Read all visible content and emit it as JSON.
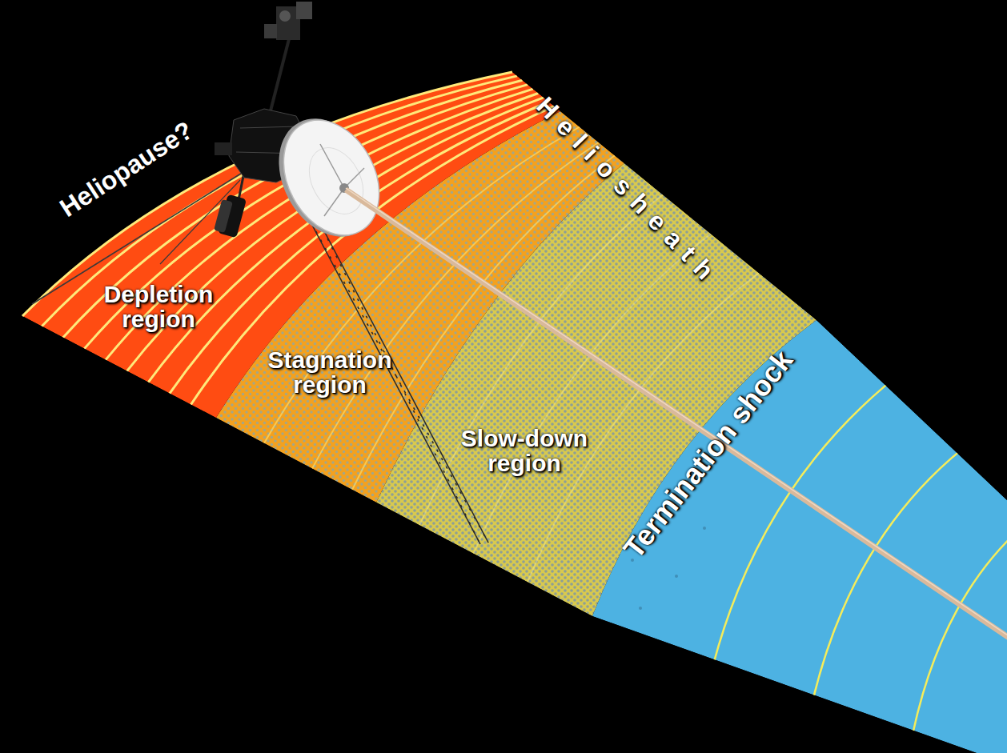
{
  "diagram": {
    "labels": [
      "Heliopause?",
      "Heliosheath",
      "Depletion region",
      "Stagnation region",
      "Slow-down region",
      "Termination shock"
    ]
  }
}
